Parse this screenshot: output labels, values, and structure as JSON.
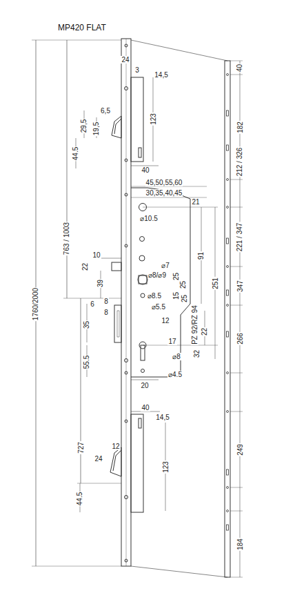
{
  "diagram": {
    "title": "MP420 FLAT",
    "labels": [
      "24",
      "3",
      "14,5",
      "6,5",
      "29,5",
      "19,5",
      "123",
      "44.5",
      "40",
      "45,50,55,60",
      "30,35,40,45",
      "21",
      "⌀10.5",
      "1760/2000",
      "763 / 1003",
      "91",
      "⌀7",
      "⌀8/⌀9",
      "25",
      "25",
      "10",
      "22",
      "39",
      "251",
      "⌀8.5",
      "15",
      "25",
      "⌀5.5",
      "6",
      "8",
      "8",
      "12",
      "PZ 92/RZ 94",
      "35",
      "17",
      "22",
      "32",
      "⌀8",
      "55.5",
      "20",
      "⌀4.5",
      "727",
      "40",
      "14,5",
      "123",
      "12",
      "24",
      "44.5",
      "40",
      "182",
      "212 / 326",
      "221 / 347",
      "347",
      "266",
      "249",
      "184"
    ]
  }
}
